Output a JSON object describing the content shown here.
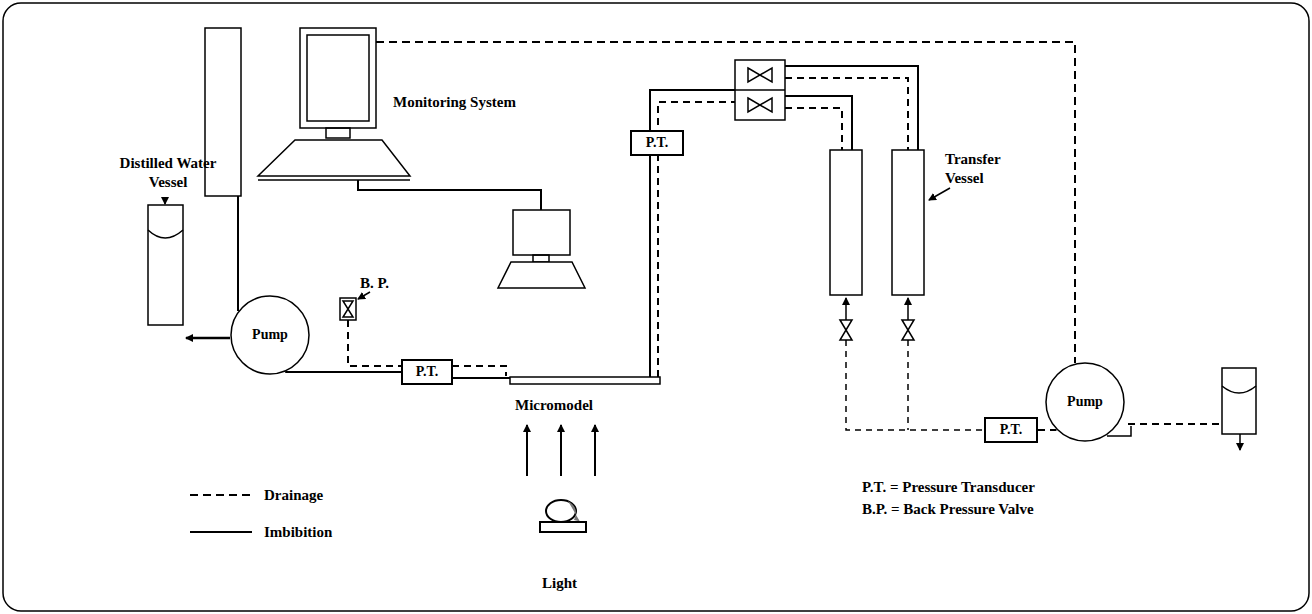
{
  "diagram": {
    "nodes": [
      {
        "text": [
          "Pump"
        ]
      },
      {
        "text": [
          "P.T."
        ]
      },
      {
        "text": [
          "P.T."
        ]
      },
      {
        "text": [
          "P.T."
        ]
      },
      {
        "text": [
          "Pump"
        ]
      }
    ],
    "edges": [
      {
        "from": 0,
        "to": 1,
        "arrow": "none"
      },
      {
        "from": 3,
        "to": 4,
        "arrow": "none"
      }
    ],
    "labels": [
      "Monitoring System",
      "Distilled Water Vessel",
      "B. P.",
      "Micromodel",
      "Transfer Vessel",
      "Light",
      "P.T. = Pressure Transducer",
      "B.P. = Back Pressure Valve"
    ],
    "legend": [
      {
        "text": "Drainage"
      },
      {
        "text": "Imbibition"
      }
    ]
  }
}
